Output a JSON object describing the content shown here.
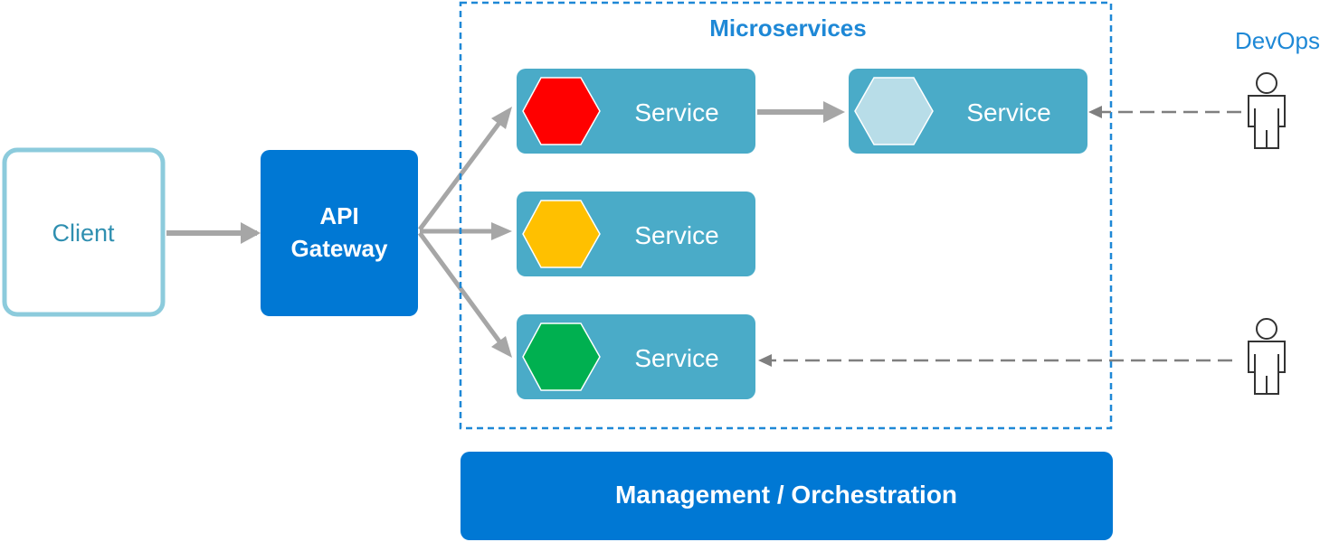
{
  "nodes": {
    "client": {
      "label": "Client"
    },
    "gateway": {
      "line1": "API",
      "line2": "Gateway"
    },
    "microservices": {
      "title": "Microservices"
    },
    "services": [
      {
        "label": "Service",
        "hex_color": "#ff0000"
      },
      {
        "label": "Service",
        "hex_color": "#b8dde8"
      },
      {
        "label": "Service",
        "hex_color": "#ffc000"
      },
      {
        "label": "Service",
        "hex_color": "#00b050"
      }
    ],
    "management": {
      "label": "Management / Orchestration"
    },
    "devops": {
      "label": "DevOps"
    }
  },
  "colors": {
    "client_border": "#8ccbdc",
    "client_text": "#2f8fb0",
    "primary_blue": "#0078d4",
    "service_box": "#4aabc8",
    "arrow_gray": "#a6a6a6",
    "dash_gray": "#7f7f7f",
    "devops_text": "#1e88d6"
  },
  "icons": [
    "person-icon",
    "hexagon-icon"
  ]
}
